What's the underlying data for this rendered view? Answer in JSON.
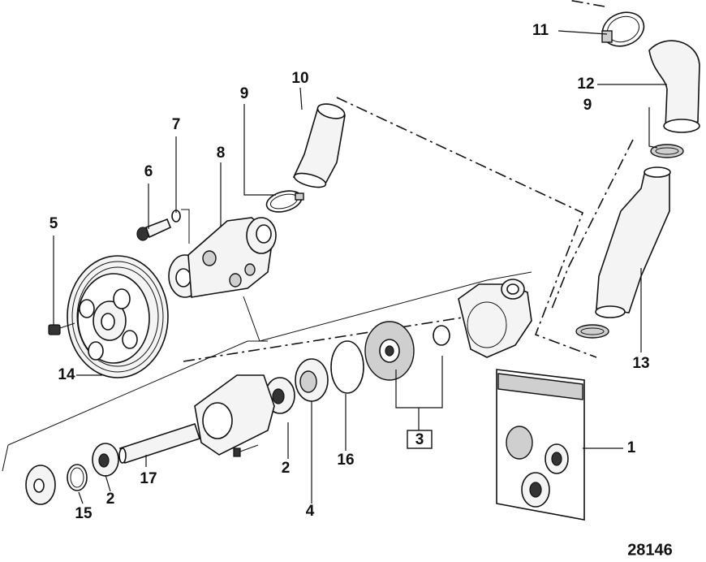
{
  "callouts": {
    "c1": "1",
    "c2a": "2",
    "c2b": "2",
    "c3": "3",
    "c4": "4",
    "c5": "5",
    "c6": "6",
    "c7": "7",
    "c8": "8",
    "c9a": "9",
    "c9b": "9",
    "c10": "10",
    "c11": "11",
    "c12": "12",
    "c13": "13",
    "c14": "14",
    "c15": "15",
    "c16": "16",
    "c17": "17"
  },
  "figure_number": "28146"
}
